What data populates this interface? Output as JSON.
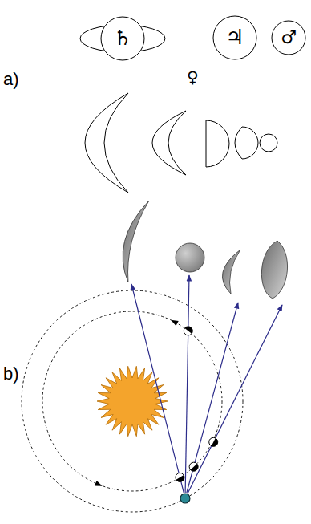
{
  "diagram": {
    "nodes": [
      {
        "text": [
          "♄"
        ]
      },
      {
        "text": [
          "♃"
        ]
      },
      {
        "text": [
          "♂"
        ]
      }
    ],
    "labels": [
      "a)",
      "♀",
      "b)"
    ]
  }
}
